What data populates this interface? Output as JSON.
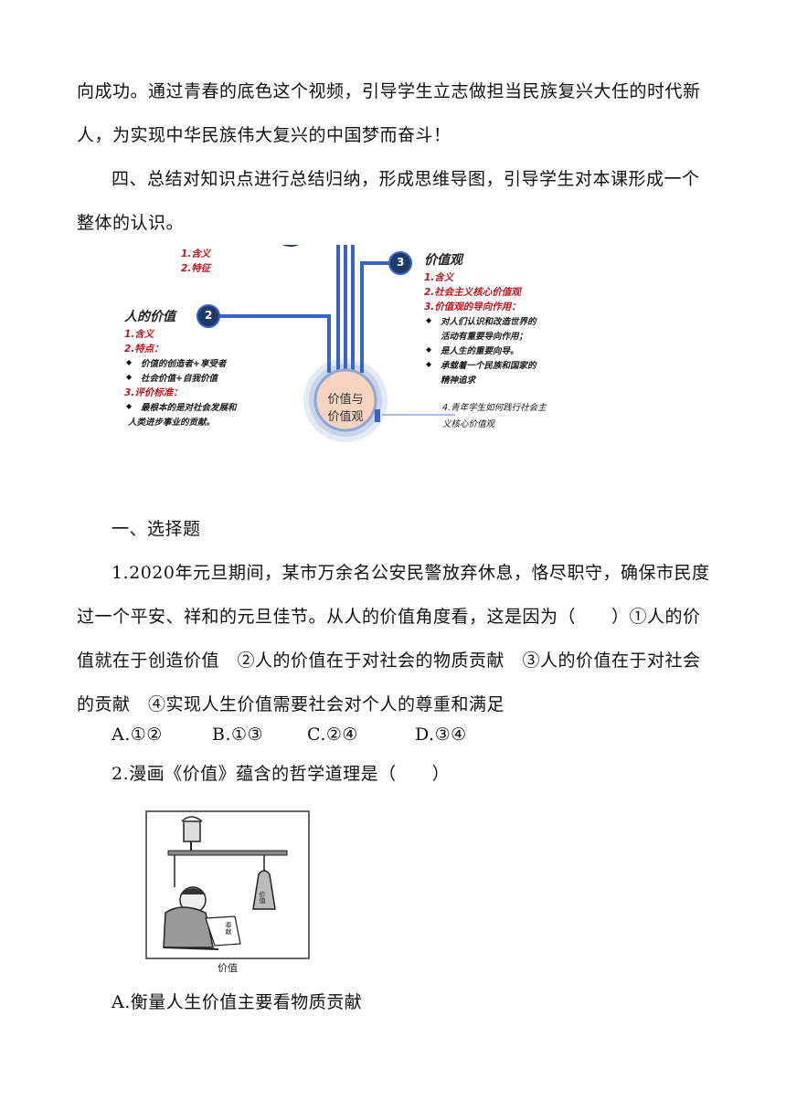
{
  "para1": "向成功。通过青春的底色这个视频，引导学生立志做担当民族复兴大任的时代新人，为实现中华民族伟大复兴的中国梦而奋斗！",
  "para2": "四、总结对知识点进行总结归纳，形成思维导图，引导学生对本课形成一个整体的认识。",
  "mindmap": {
    "top_left": [
      "1.含义",
      "2.特征"
    ],
    "node2_number": "2",
    "node2_title": "人的价值",
    "node2_items": {
      "meaning": "1.含义",
      "features": "2.特点：",
      "feature_a": "价值的创造者+享受者",
      "feature_b": "社会价值+自我价值",
      "criteria": "3.评价标准：",
      "criteria_a_1": "最根本的是对社会发展和",
      "criteria_a_2": "人类进步事业的贡献。"
    },
    "node3_number": "3",
    "node3_title": "价值观",
    "node3_items": {
      "meaning": "1.含义",
      "core": "2.社会主义核心价值观",
      "guide": "3.价值观的导向作用：",
      "guide_a_1": "对人们认识和改造世界的",
      "guide_a_2": "活动有重要导向作用；",
      "guide_b": "是人生的重要向导。",
      "guide_c_1": "承载着一个民族和国家的",
      "guide_c_2": "精神追求",
      "youth_1": "4.青年学生如何践行社会主",
      "youth_2": "义核心价值观"
    },
    "center_1": "价值与",
    "center_2": "价值观",
    "colors": {
      "line": "#3a63c4",
      "node": "#1f3a66",
      "red": "#c0141c",
      "ring": "#c9d6ea"
    }
  },
  "section_title": "一、选择题",
  "q1": "1.2020年元旦期间，某市万余名公安民警放弃休息，恪尽职守，确保市民度过一个平安、祥和的元旦佳节。从人的价值角度看，这是因为（　　）①人的价值就在于创造价值　②人的价值在于对社会的物质贡献　③人的价值在于对社会的贡献　④实现人生价值需要社会对个人的尊重和满足",
  "q1_options": {
    "a": "A.①②",
    "b": "B.①③",
    "c": "C.②④",
    "d": "D.③④"
  },
  "q2": "2.漫画《价值》蕴含的哲学道理是（　　）",
  "cartoon": {
    "caption": "价值",
    "weight_label": "价值",
    "paper_label": "奉献"
  },
  "q2_option_a": "A.衡量人生价值主要看物质贡献"
}
